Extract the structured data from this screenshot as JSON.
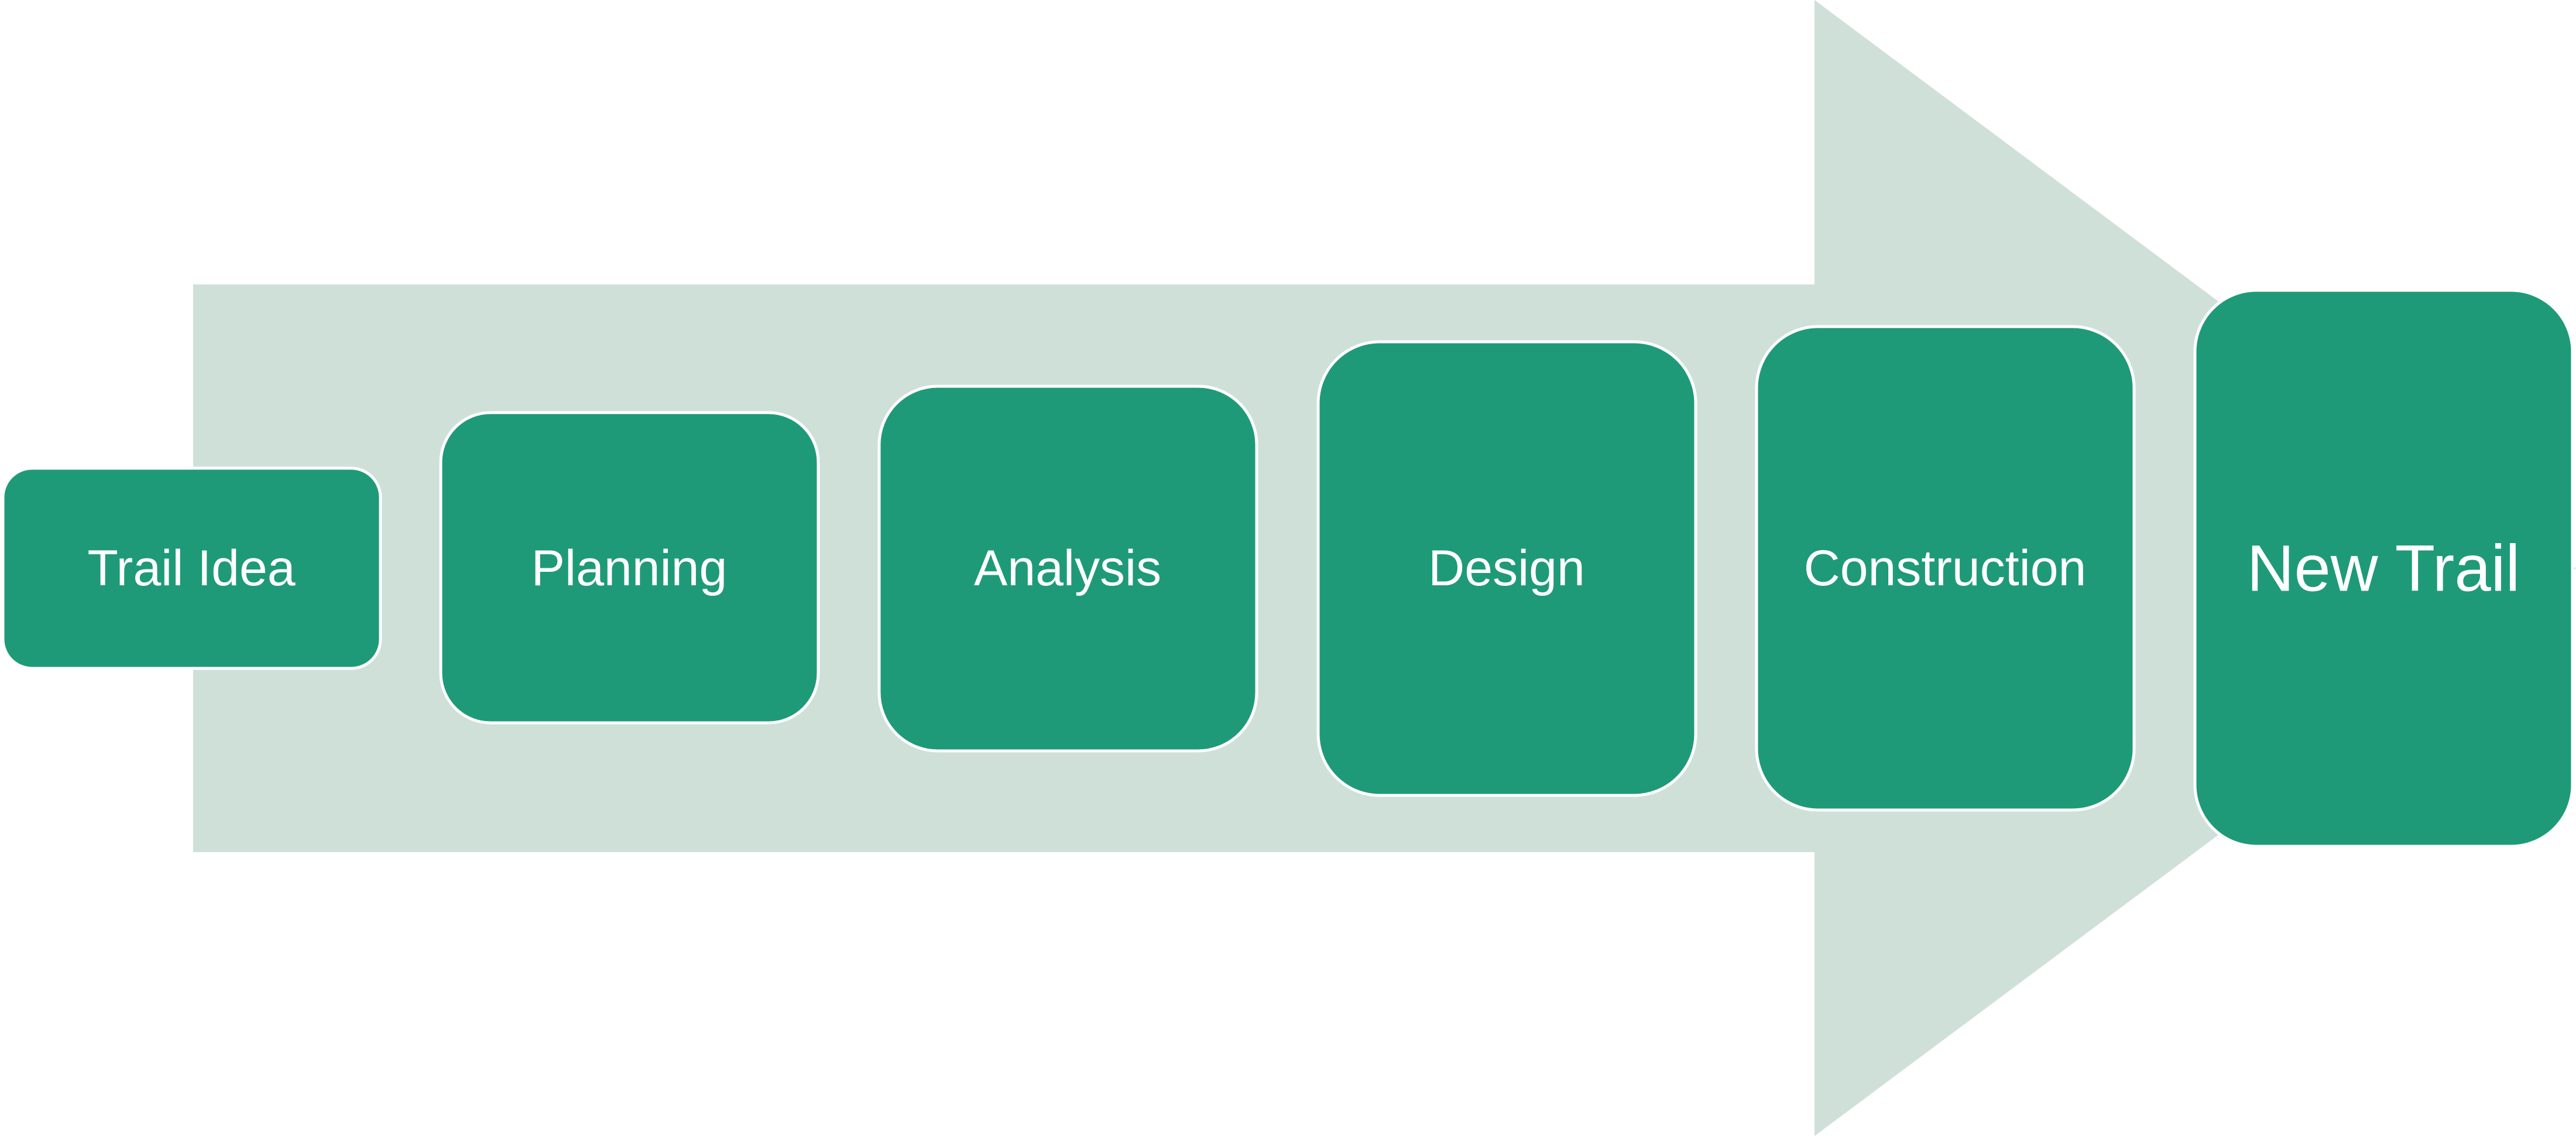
{
  "diagram": {
    "type": "process-arrow",
    "colors": {
      "arrow": "#cfe0d9",
      "box_fill": "#1f9a78",
      "box_border": "#ffffff",
      "text": "#ffffff"
    },
    "steps": [
      {
        "label": "Trail Idea"
      },
      {
        "label": "Planning"
      },
      {
        "label": "Analysis"
      },
      {
        "label": "Design"
      },
      {
        "label": "Construction"
      },
      {
        "label": "New Trail"
      }
    ]
  }
}
